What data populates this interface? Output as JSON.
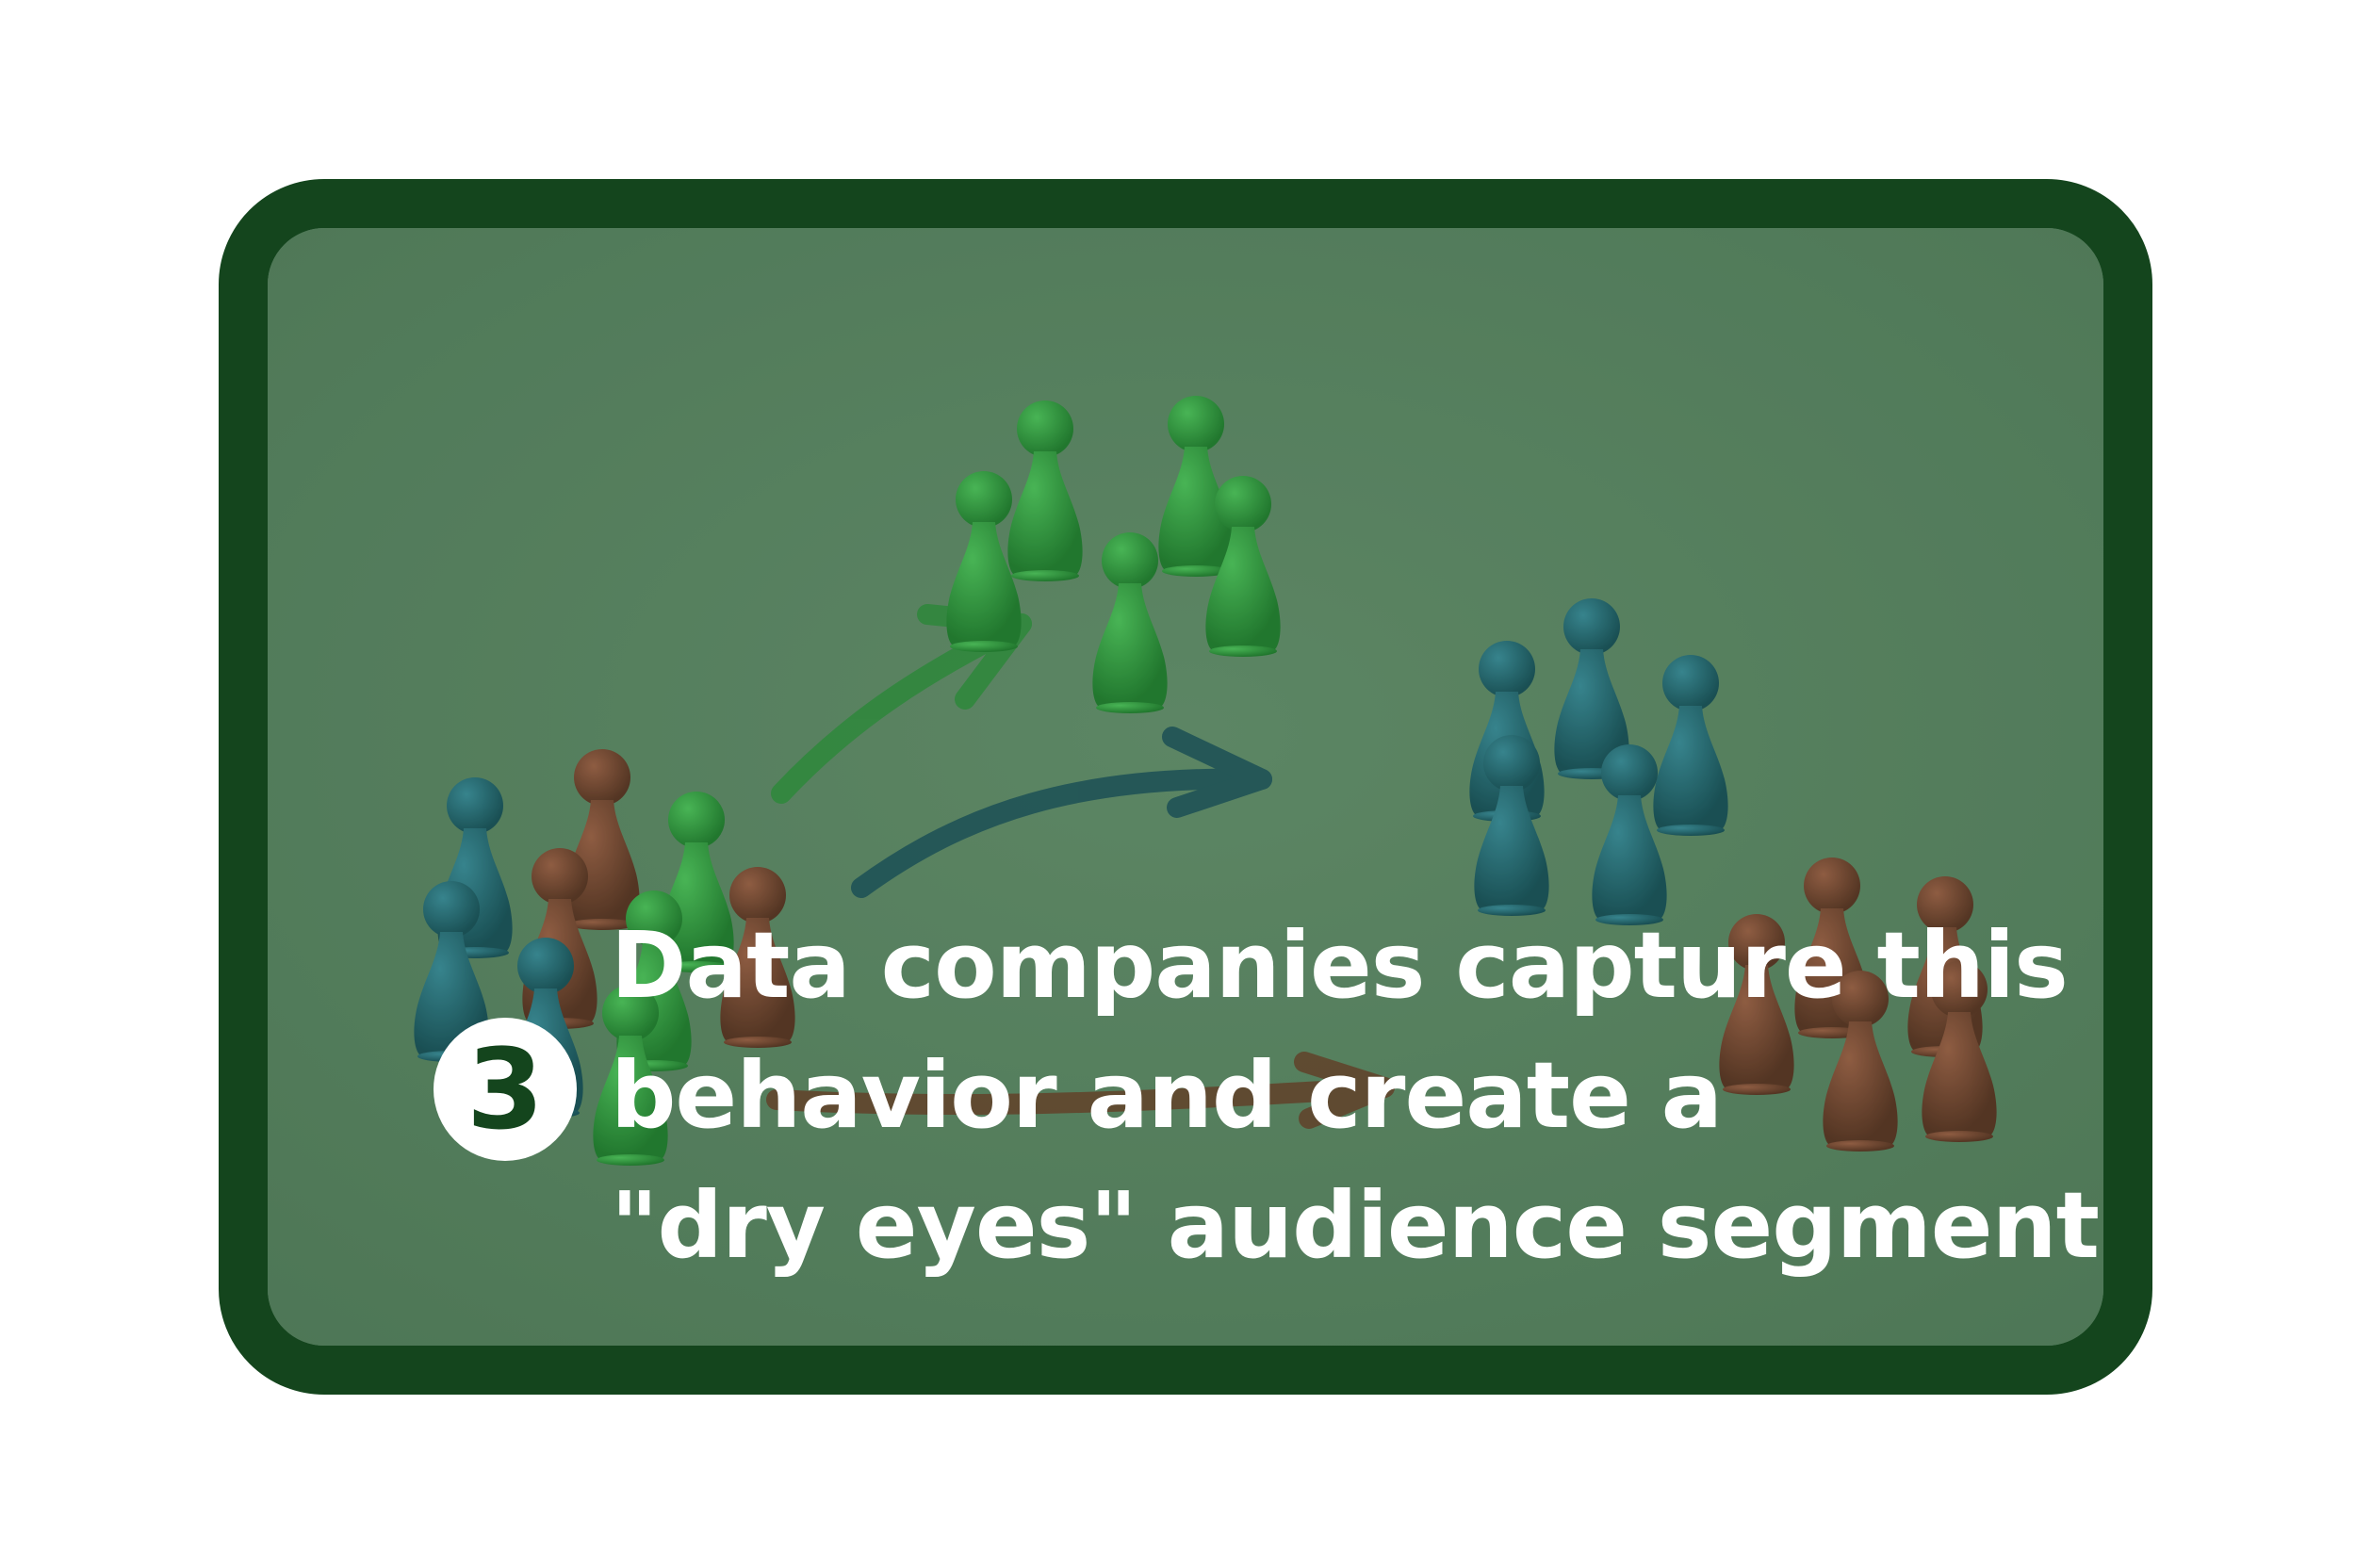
{
  "card": {
    "step_number": "3",
    "headline": "Data companies capture this\nbehavior and create a\n\"dry eyes\" audience segment"
  },
  "illustration": {
    "subject": "game pawns sorted into colored groups with arrows",
    "groups": [
      "mixed-crowd",
      "green-group",
      "blue-group",
      "red-group"
    ],
    "arrows": [
      "green-arrow",
      "blue-arrow",
      "red-arrow"
    ]
  },
  "colors": {
    "frame": "#14451d",
    "overlay": "#5a7e62",
    "text": "#ffffff",
    "green_pawn": "#2f9a3f",
    "blue_pawn": "#1f5f73",
    "red_pawn": "#7b3b2c"
  }
}
